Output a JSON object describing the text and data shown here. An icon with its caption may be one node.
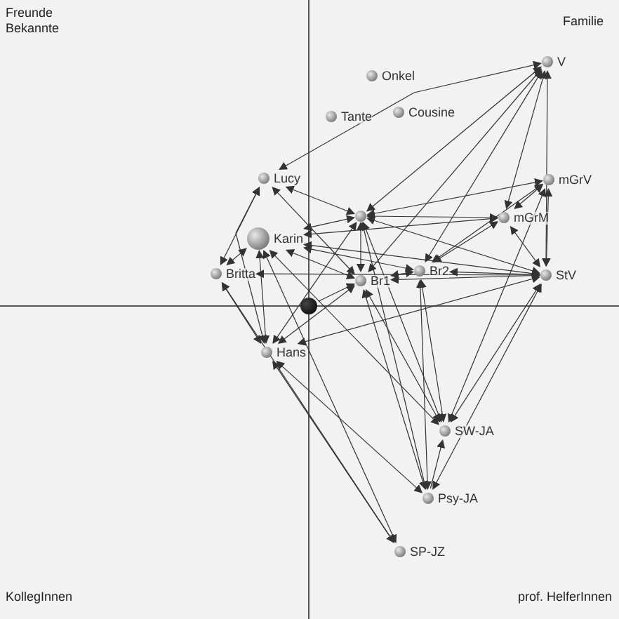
{
  "diagram": {
    "nodes": [
      {
        "text": [
          "Onkel"
        ]
      },
      {
        "text": [
          "V"
        ]
      },
      {
        "text": [
          "Tante"
        ]
      },
      {
        "text": [
          "Cousine"
        ]
      },
      {
        "text": [
          "Lucy"
        ]
      },
      {
        "text": [
          "mGrV"
        ]
      },
      {
        "text": [],
        "shape": "circle"
      },
      {
        "text": [
          "mGrM"
        ]
      },
      {
        "text": [
          "Karin"
        ]
      },
      {
        "text": [
          "Britta"
        ]
      },
      {
        "text": [
          "Br2"
        ]
      },
      {
        "text": [
          "Br1"
        ]
      },
      {
        "text": [
          "StV"
        ]
      },
      {
        "text": [],
        "shape": "circle"
      },
      {
        "text": [
          "Hans"
        ]
      },
      {
        "text": [
          "SW-JA"
        ]
      },
      {
        "text": [
          "Psy-JA"
        ]
      },
      {
        "text": [
          "SP-JZ"
        ]
      }
    ],
    "edges": [
      {
        "from": 4,
        "to": 14,
        "arrow": "both"
      },
      {
        "from": 4,
        "to": 9,
        "arrow": "both"
      },
      {
        "from": 9,
        "to": 14,
        "arrow": "both"
      },
      {
        "from": 8,
        "to": 9,
        "arrow": "both"
      },
      {
        "from": 8,
        "to": 14,
        "arrow": "both"
      },
      {
        "from": 4,
        "to": 6,
        "arrow": "both"
      },
      {
        "from": 4,
        "to": 1,
        "arrow": "both"
      },
      {
        "from": 4,
        "to": 11,
        "arrow": "both"
      },
      {
        "from": 8,
        "to": 6,
        "arrow": "both"
      },
      {
        "from": 8,
        "to": 11,
        "arrow": "both"
      },
      {
        "from": 8,
        "to": 10,
        "arrow": "both"
      },
      {
        "from": 8,
        "to": 12,
        "arrow": "both"
      },
      {
        "from": 8,
        "to": 7,
        "arrow": "both"
      },
      {
        "from": 9,
        "to": 12,
        "arrow": "both"
      },
      {
        "from": 14,
        "to": 6,
        "arrow": "both"
      },
      {
        "from": 14,
        "to": 11,
        "arrow": "both"
      },
      {
        "from": 14,
        "to": 12,
        "arrow": "both"
      },
      {
        "from": 13,
        "to": 11,
        "arrow": "to"
      },
      {
        "from": 6,
        "to": 7,
        "arrow": "both"
      },
      {
        "from": 6,
        "to": 5,
        "arrow": "both"
      },
      {
        "from": 6,
        "to": 11,
        "arrow": "both"
      },
      {
        "from": 6,
        "to": 12,
        "arrow": "both"
      },
      {
        "from": 6,
        "to": 1,
        "arrow": "both"
      },
      {
        "from": 11,
        "to": 10,
        "arrow": "both"
      },
      {
        "from": 11,
        "to": 12,
        "arrow": "both"
      },
      {
        "from": 10,
        "to": 12,
        "arrow": "both"
      },
      {
        "from": 10,
        "to": 7,
        "arrow": "both"
      },
      {
        "from": 10,
        "to": 5,
        "arrow": "both"
      },
      {
        "from": 7,
        "to": 5,
        "arrow": "both"
      },
      {
        "from": 7,
        "to": 12,
        "arrow": "both"
      },
      {
        "from": 5,
        "to": 12,
        "arrow": "both"
      },
      {
        "from": 12,
        "to": 1,
        "arrow": "both"
      },
      {
        "from": 7,
        "to": 1,
        "arrow": "both"
      },
      {
        "from": 11,
        "to": 1,
        "arrow": "both"
      },
      {
        "from": 10,
        "to": 1,
        "arrow": "both"
      },
      {
        "from": 8,
        "to": 15,
        "arrow": "both"
      },
      {
        "from": 6,
        "to": 15,
        "arrow": "both"
      },
      {
        "from": 11,
        "to": 15,
        "arrow": "both"
      },
      {
        "from": 10,
        "to": 15,
        "arrow": "both"
      },
      {
        "from": 12,
        "to": 15,
        "arrow": "both"
      },
      {
        "from": 5,
        "to": 15,
        "arrow": "both"
      },
      {
        "from": 14,
        "to": 16,
        "arrow": "both"
      },
      {
        "from": 6,
        "to": 16,
        "arrow": "both"
      },
      {
        "from": 11,
        "to": 16,
        "arrow": "both"
      },
      {
        "from": 10,
        "to": 16,
        "arrow": "both"
      },
      {
        "from": 12,
        "to": 16,
        "arrow": "both"
      },
      {
        "from": 16,
        "to": 15,
        "arrow": "to"
      },
      {
        "from": 8,
        "to": 17,
        "arrow": "both"
      },
      {
        "from": 14,
        "to": 17,
        "arrow": "both"
      },
      {
        "from": 9,
        "to": 17,
        "arrow": "both"
      }
    ],
    "labels": [
      "Freunde Bekannte",
      "Familie",
      "KollegInnen",
      "prof. HelferInnen"
    ]
  }
}
